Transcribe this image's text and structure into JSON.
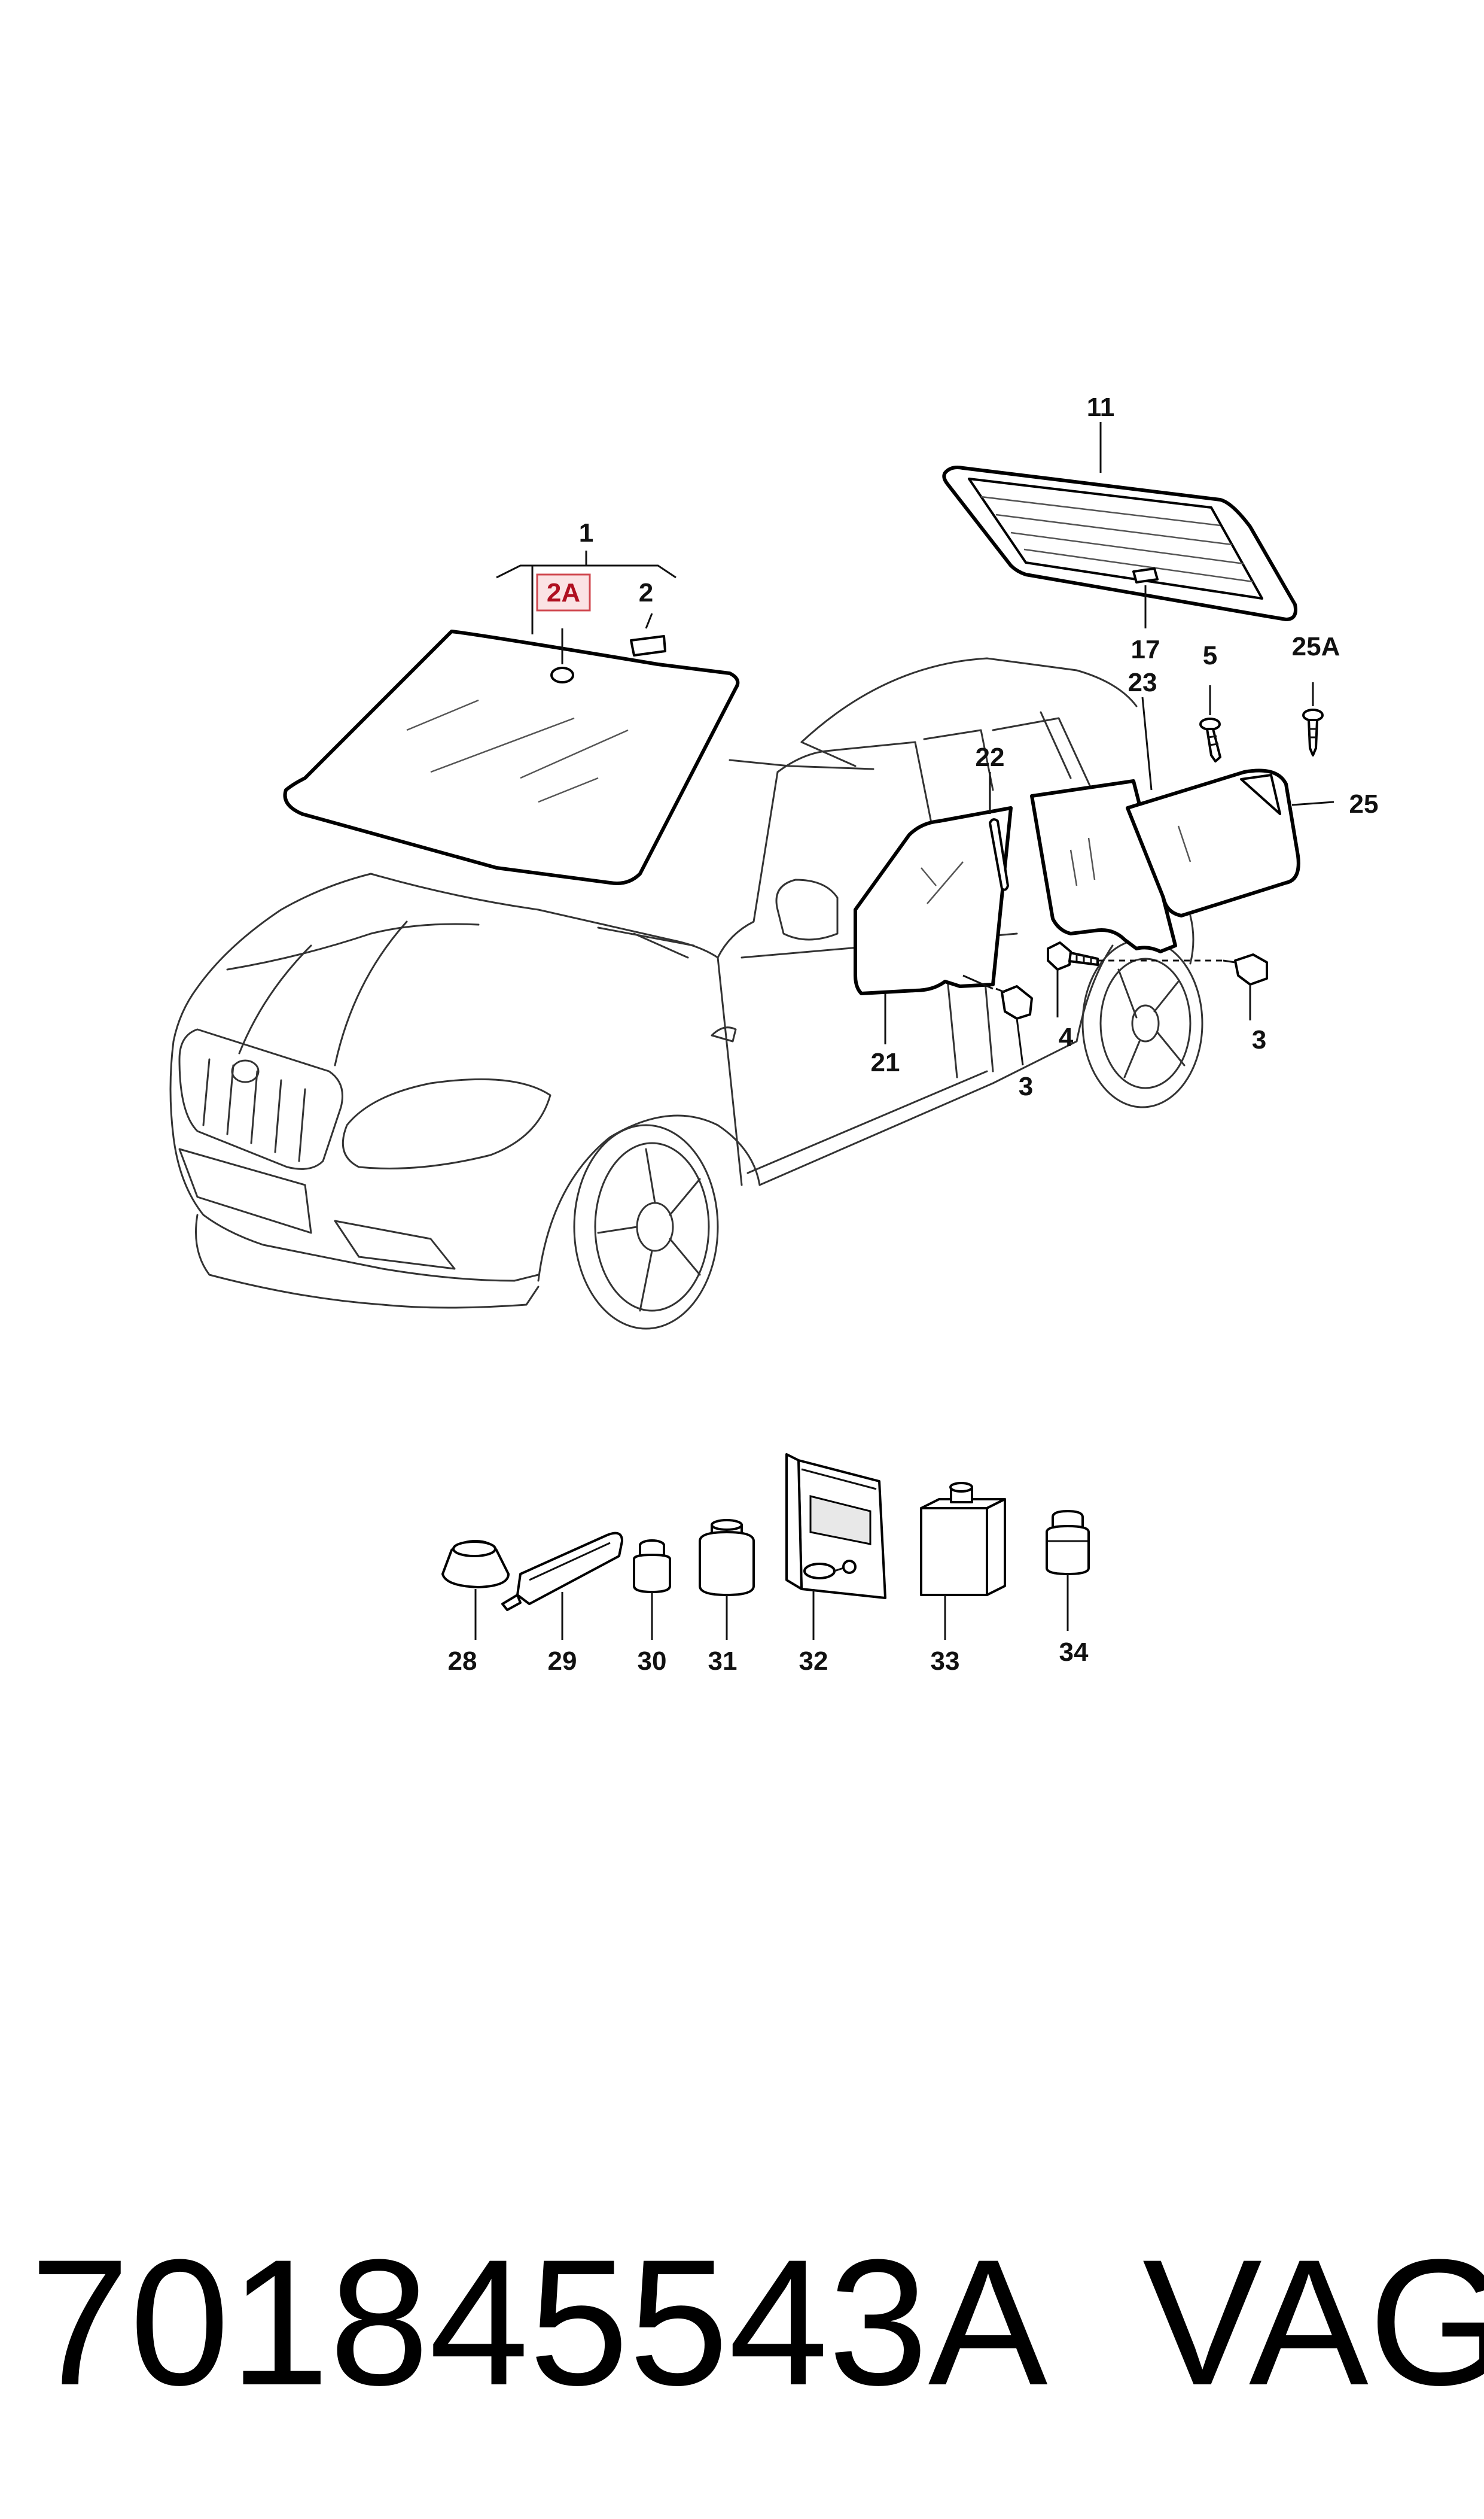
{
  "labels": {
    "l1": "1",
    "l2A": "2A",
    "l2": "2",
    "l11": "11",
    "l17": "17",
    "l5": "5",
    "l25A": "25A",
    "l23": "23",
    "l22": "22",
    "l25": "25",
    "l21": "21",
    "l3a": "3",
    "l4": "4",
    "l3b": "3",
    "l28": "28",
    "l29": "29",
    "l30": "30",
    "l31": "31",
    "l32": "32",
    "l33": "33",
    "l34": "34"
  },
  "footer": {
    "part_number": "701845543A",
    "brand": "VAG"
  },
  "colors": {
    "highlight_border": "#d0484f",
    "highlight_fill": "#fbe3e4",
    "highlight_text": "#b01020"
  }
}
